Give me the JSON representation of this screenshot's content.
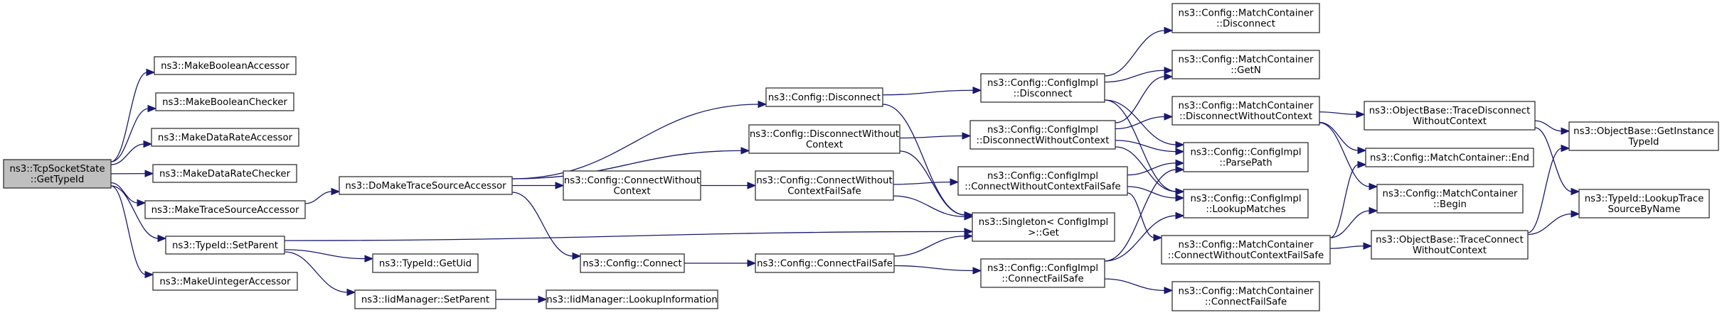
{
  "diagram": {
    "type": "call-graph",
    "colors": {
      "edge": "#191970",
      "root_fill": "#bfbfbf",
      "node_fill": "#ffffff",
      "node_border": "#333333"
    },
    "nodes": [
      {
        "id": "root",
        "lines": [
          "ns3::TcpSocketState",
          "::GetTypeId"
        ],
        "root": true
      },
      {
        "id": "mba",
        "lines": [
          "ns3::MakeBooleanAccessor"
        ]
      },
      {
        "id": "mbc",
        "lines": [
          "ns3::MakeBooleanChecker"
        ]
      },
      {
        "id": "mdra",
        "lines": [
          "ns3::MakeDataRateAccessor"
        ]
      },
      {
        "id": "mdrc",
        "lines": [
          "ns3::MakeDataRateChecker"
        ]
      },
      {
        "id": "mtsa",
        "lines": [
          "ns3::MakeTraceSourceAccessor"
        ]
      },
      {
        "id": "tsp",
        "lines": [
          "ns3::TypeId::SetParent"
        ]
      },
      {
        "id": "mua",
        "lines": [
          "ns3::MakeUintegerAccessor"
        ]
      },
      {
        "id": "dmtsa",
        "lines": [
          "ns3::DoMakeTraceSourceAccessor"
        ]
      },
      {
        "id": "getuid",
        "lines": [
          "ns3::TypeId::GetUid"
        ]
      },
      {
        "id": "iidsp",
        "lines": [
          "ns3::IidManager::SetParent"
        ]
      },
      {
        "id": "iidli",
        "lines": [
          "ns3::IidManager::LookupInformation"
        ]
      },
      {
        "id": "cwc",
        "lines": [
          "ns3::Config::ConnectWithout",
          "Context"
        ]
      },
      {
        "id": "cconn",
        "lines": [
          "ns3::Config::Connect"
        ]
      },
      {
        "id": "cdisc",
        "lines": [
          "ns3::Config::Disconnect"
        ]
      },
      {
        "id": "cdwc",
        "lines": [
          "ns3::Config::DisconnectWithout",
          "Context"
        ]
      },
      {
        "id": "cwcfs",
        "lines": [
          "ns3::Config::ConnectWithout",
          "ContextFailSafe"
        ]
      },
      {
        "id": "ccfs",
        "lines": [
          "ns3::Config::ConnectFailSafe"
        ]
      },
      {
        "id": "cidisc",
        "lines": [
          "ns3::Config::ConfigImpl",
          "::Disconnect"
        ]
      },
      {
        "id": "cidwc",
        "lines": [
          "ns3::Config::ConfigImpl",
          "::DisconnectWithoutContext"
        ]
      },
      {
        "id": "cicwcfs",
        "lines": [
          "ns3::Config::ConfigImpl",
          "::ConnectWithoutContextFailSafe"
        ]
      },
      {
        "id": "single",
        "lines": [
          "ns3::Singleton< ConfigImpl",
          ">::Get"
        ]
      },
      {
        "id": "cicfs",
        "lines": [
          "ns3::Config::ConfigImpl",
          "::ConnectFailSafe"
        ]
      },
      {
        "id": "mcdisc",
        "lines": [
          "ns3::Config::MatchContainer",
          "::Disconnect"
        ]
      },
      {
        "id": "mcgetn",
        "lines": [
          "ns3::Config::MatchContainer",
          "::GetN"
        ]
      },
      {
        "id": "mcdwc",
        "lines": [
          "ns3::Config::MatchContainer",
          "::DisconnectWithoutContext"
        ]
      },
      {
        "id": "parse",
        "lines": [
          "ns3::Config::ConfigImpl",
          "::ParsePath"
        ]
      },
      {
        "id": "lookup",
        "lines": [
          "ns3::Config::ConfigImpl",
          "::LookupMatches"
        ]
      },
      {
        "id": "mccwcfs",
        "lines": [
          "ns3::Config::MatchContainer",
          "::ConnectWithoutContextFailSafe"
        ]
      },
      {
        "id": "mccfs",
        "lines": [
          "ns3::Config::MatchContainer",
          "::ConnectFailSafe"
        ]
      },
      {
        "id": "obtdwc",
        "lines": [
          "ns3::ObjectBase::TraceDisconnect",
          "WithoutContext"
        ]
      },
      {
        "id": "mcend",
        "lines": [
          "ns3::Config::MatchContainer::End"
        ]
      },
      {
        "id": "mcbegin",
        "lines": [
          "ns3::Config::MatchContainer",
          "::Begin"
        ]
      },
      {
        "id": "obtcwc",
        "lines": [
          "ns3::ObjectBase::TraceConnect",
          "WithoutContext"
        ]
      },
      {
        "id": "obgit",
        "lines": [
          "ns3::ObjectBase::GetInstance",
          "TypeId"
        ]
      },
      {
        "id": "tidltsbn",
        "lines": [
          "ns3::TypeId::LookupTrace",
          "SourceByName"
        ]
      }
    ],
    "edges": [
      [
        "root",
        "mba"
      ],
      [
        "root",
        "mbc"
      ],
      [
        "root",
        "mdra"
      ],
      [
        "root",
        "mdrc"
      ],
      [
        "root",
        "mtsa"
      ],
      [
        "root",
        "tsp"
      ],
      [
        "root",
        "mua"
      ],
      [
        "mtsa",
        "dmtsa"
      ],
      [
        "tsp",
        "single"
      ],
      [
        "tsp",
        "getuid"
      ],
      [
        "tsp",
        "iidsp"
      ],
      [
        "iidsp",
        "iidli"
      ],
      [
        "dmtsa",
        "cdisc"
      ],
      [
        "dmtsa",
        "cdwc"
      ],
      [
        "dmtsa",
        "cwc"
      ],
      [
        "dmtsa",
        "cconn"
      ],
      [
        "cwc",
        "cwcfs"
      ],
      [
        "cconn",
        "ccfs"
      ],
      [
        "cdisc",
        "cidisc"
      ],
      [
        "cdisc",
        "single"
      ],
      [
        "cdwc",
        "cidwc"
      ],
      [
        "cdwc",
        "single"
      ],
      [
        "cwcfs",
        "cicwcfs"
      ],
      [
        "cwcfs",
        "single"
      ],
      [
        "ccfs",
        "single"
      ],
      [
        "ccfs",
        "cicfs"
      ],
      [
        "cidisc",
        "mcdisc"
      ],
      [
        "cidisc",
        "mcgetn"
      ],
      [
        "cidisc",
        "parse"
      ],
      [
        "cidisc",
        "lookup"
      ],
      [
        "cidwc",
        "mcgetn"
      ],
      [
        "cidwc",
        "mcdwc"
      ],
      [
        "cidwc",
        "parse"
      ],
      [
        "cidwc",
        "lookup"
      ],
      [
        "cicwcfs",
        "parse"
      ],
      [
        "cicwcfs",
        "lookup"
      ],
      [
        "cicwcfs",
        "mccwcfs"
      ],
      [
        "cicfs",
        "parse"
      ],
      [
        "cicfs",
        "lookup"
      ],
      [
        "cicfs",
        "mccfs"
      ],
      [
        "mcdwc",
        "obtdwc"
      ],
      [
        "mcdwc",
        "mcend"
      ],
      [
        "mcdwc",
        "mcbegin"
      ],
      [
        "mccwcfs",
        "mcend"
      ],
      [
        "mccwcfs",
        "mcbegin"
      ],
      [
        "mccwcfs",
        "obtcwc"
      ],
      [
        "obtdwc",
        "obgit"
      ],
      [
        "obtdwc",
        "tidltsbn"
      ],
      [
        "obtcwc",
        "obgit"
      ],
      [
        "obtcwc",
        "tidltsbn"
      ]
    ]
  }
}
